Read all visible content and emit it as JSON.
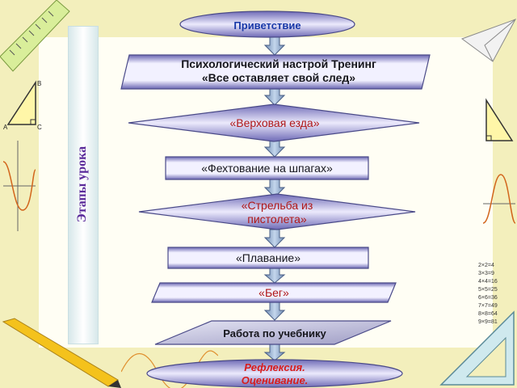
{
  "side_title": "Этапы урока",
  "steps": [
    {
      "label": "Приветствие"
    },
    {
      "label": "Психологический настрой Тренинг «Все оставляет свой след»"
    },
    {
      "label": "«Верховая езда»"
    },
    {
      "label": "«Фехтование на шпагах»"
    },
    {
      "label": "«Стрельба из пистолета»"
    },
    {
      "label": "«Плавание»"
    },
    {
      "label": "«Бег»"
    },
    {
      "label": "Работа по учебнику"
    },
    {
      "label": "Рефлексия. Оценивание."
    }
  ],
  "colors": {
    "page_background": "#f3efbc",
    "shape_fill_light": "#e8e6fa",
    "shape_fill_dark": "#6a66b2",
    "shape_border": "#4a4a88",
    "arrow_fill": "#8fa8c8",
    "side_title": "#5a2a9a",
    "accent_red": "#d81c1c",
    "accent_blue": "#1838a8"
  },
  "decorations": [
    "ruler-icon",
    "triangle-formula-icon",
    "paper-plane-icon",
    "set-square-icon",
    "pencil-icon",
    "sine-graph-icon",
    "multiplication-table-icon"
  ]
}
